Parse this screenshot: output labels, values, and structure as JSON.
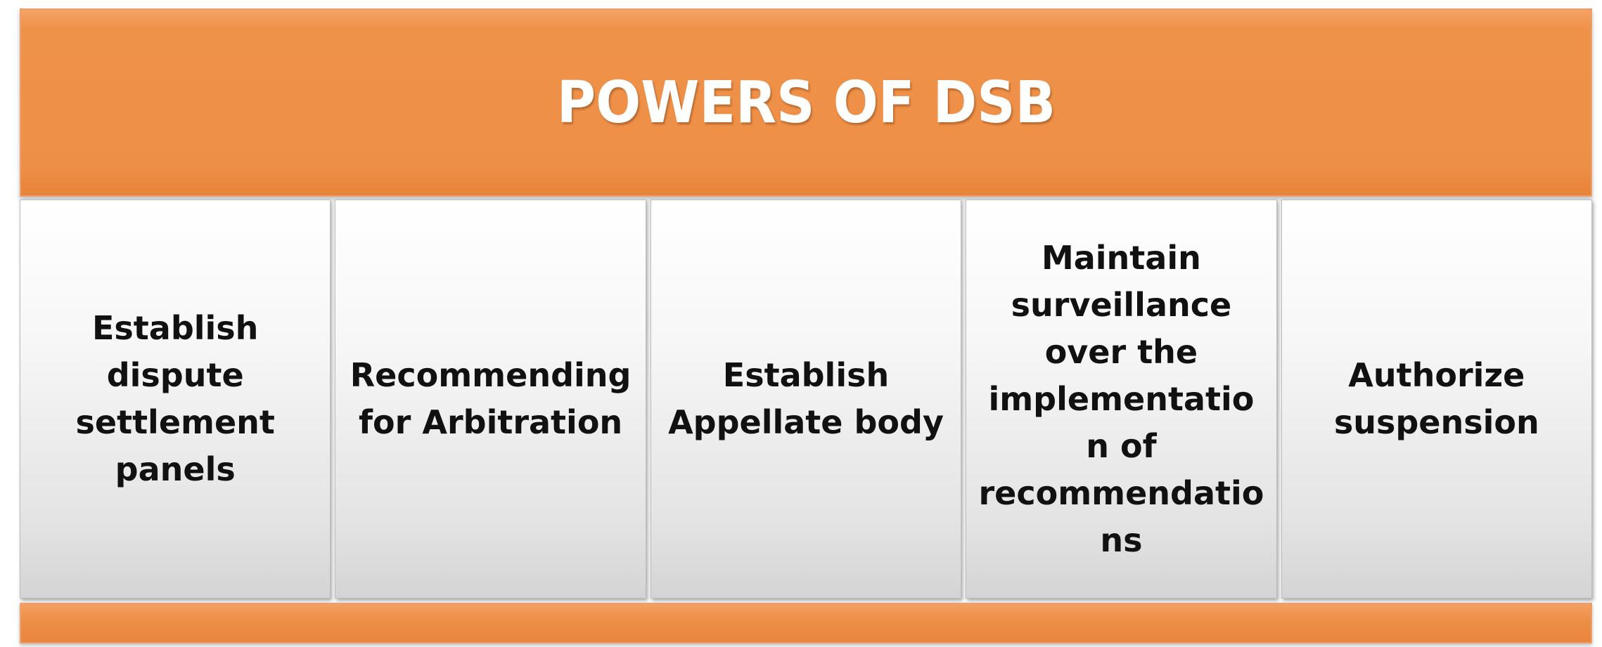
{
  "header": {
    "title": "POWERS OF DSB"
  },
  "powers": [
    {
      "label": "Establish dispute settlement panels"
    },
    {
      "label": "Recommending for Arbitration"
    },
    {
      "label": "Establish Appellate body"
    },
    {
      "label": "Maintain surveillance over the implementation of recommendations"
    },
    {
      "label": "Authorize suspension"
    }
  ],
  "colors": {
    "accent": "#ee8f47",
    "title_text": "#ffffff",
    "cell_text": "#111111"
  }
}
